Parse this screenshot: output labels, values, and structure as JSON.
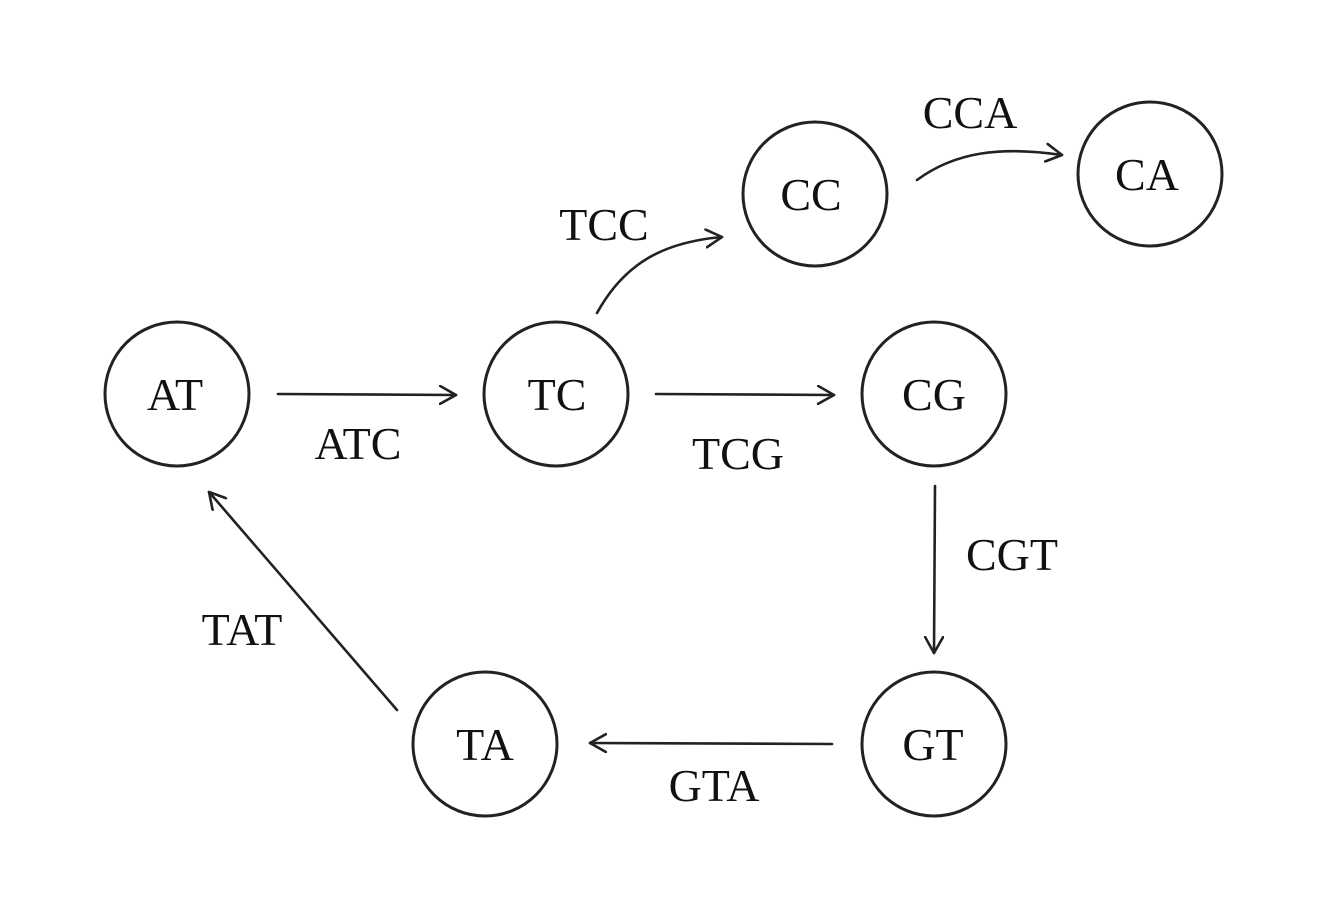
{
  "nodes": [
    {
      "id": "AT",
      "label": "AT"
    },
    {
      "id": "TC",
      "label": "TC"
    },
    {
      "id": "CC",
      "label": "CC"
    },
    {
      "id": "CA",
      "label": "CA"
    },
    {
      "id": "CG",
      "label": "CG"
    },
    {
      "id": "GT",
      "label": "GT"
    },
    {
      "id": "TA",
      "label": "TA"
    }
  ],
  "edges": [
    {
      "from": "AT",
      "to": "TC",
      "label": "ATC"
    },
    {
      "from": "TC",
      "to": "CC",
      "label": "TCC"
    },
    {
      "from": "CC",
      "to": "CA",
      "label": "CCA"
    },
    {
      "from": "TC",
      "to": "CG",
      "label": "TCG"
    },
    {
      "from": "CG",
      "to": "GT",
      "label": "CGT"
    },
    {
      "from": "GT",
      "to": "TA",
      "label": "GTA"
    },
    {
      "from": "TA",
      "to": "AT",
      "label": "TAT"
    }
  ],
  "colors": {
    "stroke": "#222222",
    "text": "#111111",
    "background": "#ffffff"
  }
}
